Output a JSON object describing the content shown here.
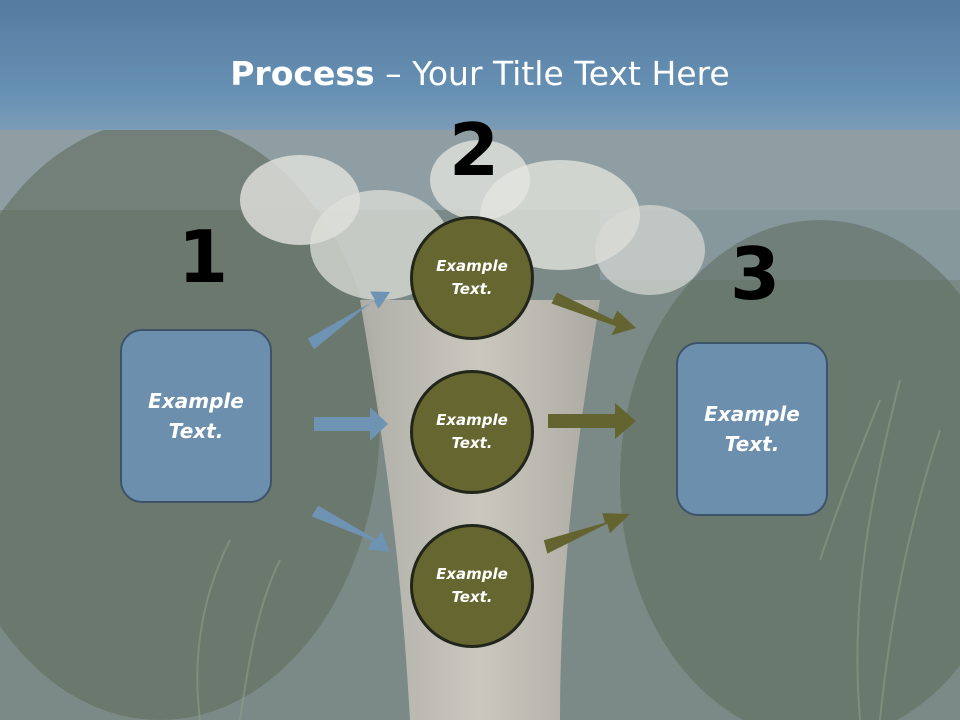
{
  "title": {
    "bold": "Process",
    "rest": " – Your Title Text Here"
  },
  "steps": [
    {
      "number": "1",
      "label": "Example Text."
    },
    {
      "number": "2",
      "label": "Example Text."
    },
    {
      "number": "3",
      "label": "Example Text."
    }
  ],
  "middle_items": [
    {
      "label": "Example Text."
    },
    {
      "label": "Example Text."
    },
    {
      "label": "Example Text."
    }
  ],
  "colors": {
    "title_band": "#5f87ab",
    "box_fill": "#6d8fae",
    "circle_fill": "#666630",
    "arrow_blue": "#6f93b3",
    "arrow_olive": "#646431"
  }
}
